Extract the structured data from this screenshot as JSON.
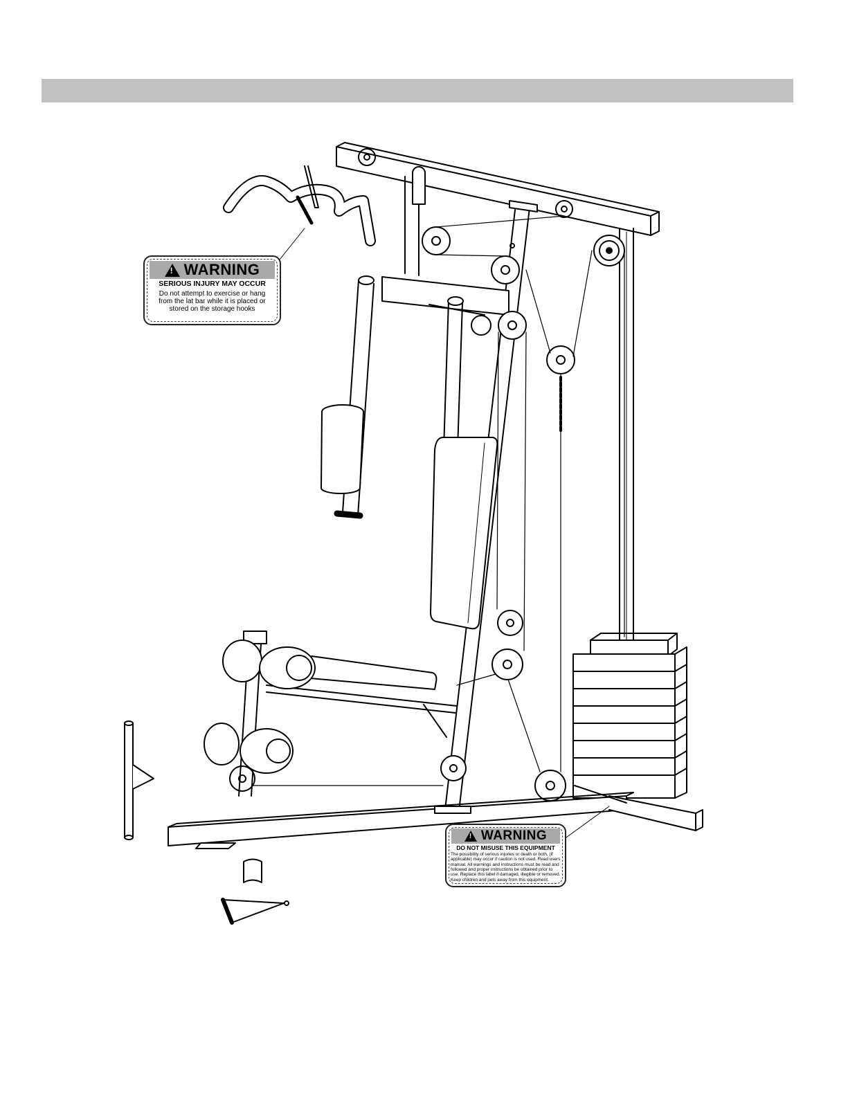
{
  "warning_label_top": {
    "heading": "WARNING",
    "subheading": "SERIOUS INJURY MAY OCCUR",
    "body": "Do not attempt to exercise or hang from the lat bar while it is placed or stored on the storage hooks"
  },
  "warning_label_bottom": {
    "heading": "WARNING",
    "subheading": "DO NOT MISUSE THIS EQUIPMENT",
    "body": "The possibility of serious injuries or death or both, (if applicable) may occur if caution is not used. Read users manual. All warnings and instructions must be read and followed and proper instructions be obtained prior to use. Replace this label if damaged, illegible or removed. Keep children and pets away from this equipment."
  }
}
